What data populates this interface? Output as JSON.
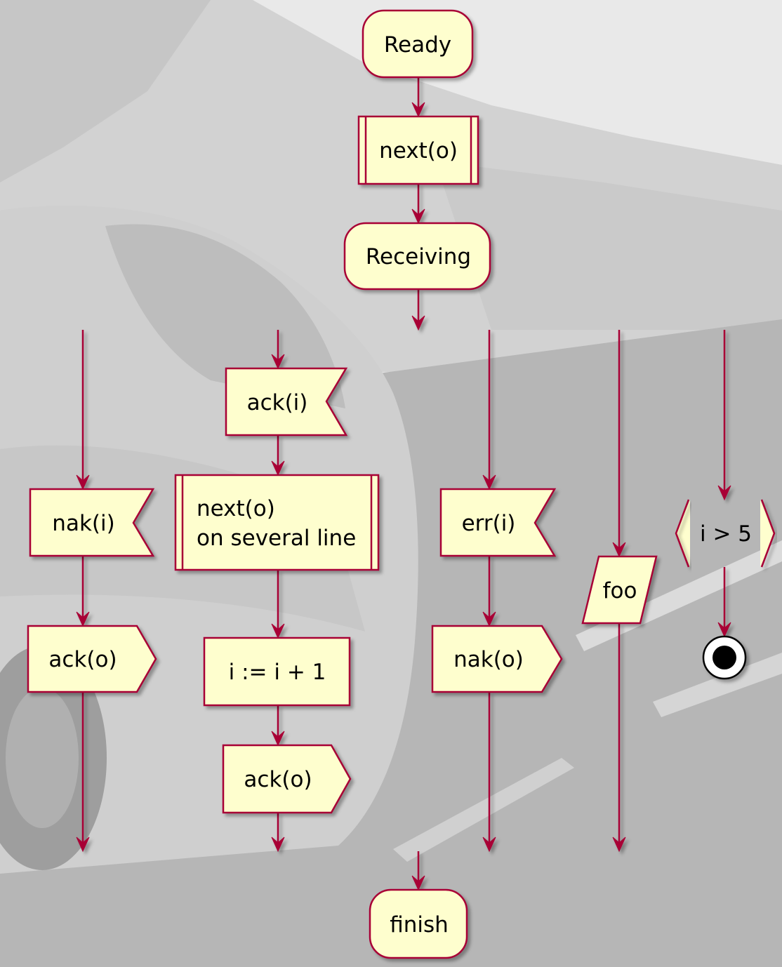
{
  "diagram": {
    "start": "Ready",
    "step_next": "next(o)",
    "receiving": "Receiving",
    "branches": [
      {
        "receive": "nak(i)",
        "send": "ack(o)"
      },
      {
        "receive": "ack(i)",
        "procedure": [
          "next(o)",
          "on several line"
        ],
        "action": "i := i + 1",
        "send": "ack(o)"
      },
      {
        "receive": "err(i)",
        "send": "nak(o)"
      },
      {
        "input_output": "foo"
      },
      {
        "condition": "i > 5"
      }
    ],
    "finish": "finish"
  },
  "colors": {
    "line": "#A80036",
    "node_fill": "#FEFECE",
    "text": "#000000",
    "stop": "#000000"
  }
}
